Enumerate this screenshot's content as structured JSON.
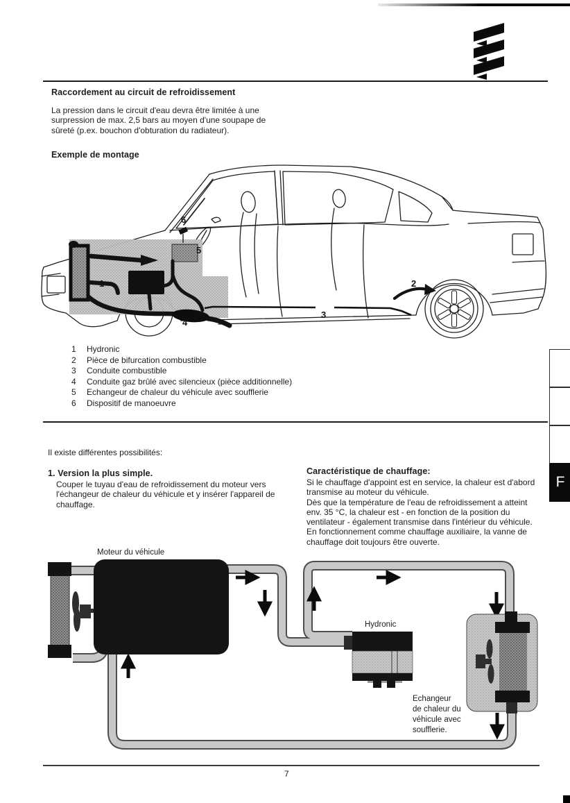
{
  "page": {
    "number": "7",
    "side_tab": "F"
  },
  "logo": {
    "icon": "eberspaecher-ribbon-logo"
  },
  "colors": {
    "paper": "#ffffff",
    "ink": "#1d1d1d",
    "pipe_gray": "#c8c8c8",
    "shade_gray": "#b5b5b5"
  },
  "cooling_section": {
    "heading": "Raccordement au circuit de refroidissement",
    "body": "La pression dans le circuit d'eau devra être limitée à une\nsurpression de max. 2,5 bars au moyen d'une soupape de\nsûreté (p.ex. bouchon d'obturation du radiateur).",
    "example_heading": "Exemple de montage"
  },
  "car_figure": {
    "callouts": [
      {
        "n": "1",
        "label": "Hydronic"
      },
      {
        "n": "2",
        "label": "Pièce de bifurcation combustible"
      },
      {
        "n": "3",
        "label": "Conduite combustible"
      },
      {
        "n": "4",
        "label": "Conduite gaz brûlé avec silencieux (pièce additionnelle)"
      },
      {
        "n": "5",
        "label": "Echangeur de chaleur du véhicule avec soufflerie"
      },
      {
        "n": "6",
        "label": "Dispositif de manoeuvre"
      }
    ]
  },
  "possibilities": {
    "intro": "Il existe différentes possibilités:",
    "left": {
      "heading": "1. Version la plus simple.",
      "body": "Couper le tuyau d'eau de refroidissement du moteur vers\nl'échangeur de chaleur du véhicule et y insérer l'appareil de\nchauffage."
    },
    "right": {
      "heading": "Caractéristique de chauffage:",
      "body": "Si le chauffage d'appoint est en service, la chaleur est d'abord\ntransmise au moteur du véhicule.\nDès que la température de l'eau de refroidissement a atteint\nenv. 35 °C, la chaleur est - en fonction de la position du\nventilateur - également transmise dans l'intérieur du véhicule.\nEn fonctionnement comme chauffage auxiliaire, la vanne de\nchauffage doit toujours être ouverte."
    }
  },
  "schematic": {
    "engine_label": "Moteur du véhicule",
    "hydronic_label": "Hydronic",
    "exchanger_label": "Echangeur\nde chaleur du\nvéhicule avec\nsoufflerie."
  }
}
